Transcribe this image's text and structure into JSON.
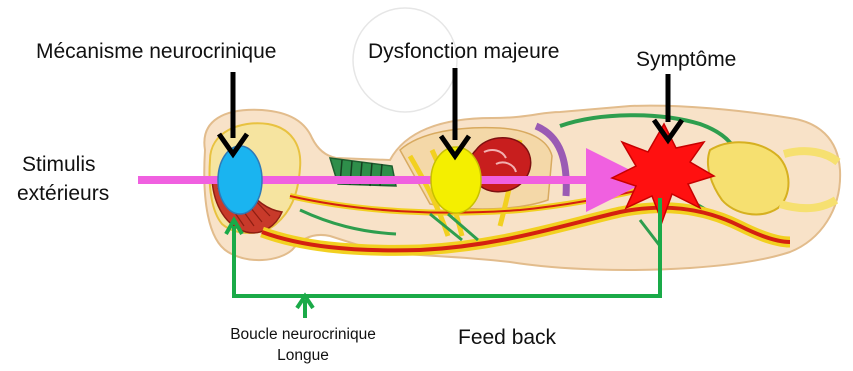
{
  "labels": {
    "mechanism": "Mécanisme neurocrinique",
    "dysfunction": "Dysfonction majeure",
    "symptom": "Symptôme",
    "stimuli_line1": "Stimulis",
    "stimuli_line2": "extérieurs",
    "loop_line1": "Boucle neurocrinique",
    "loop_line2": "Longue",
    "feedback": "Feed back"
  },
  "colors": {
    "stimulus_arrow": "#f060e0",
    "pointer_arrow": "#000000",
    "feedback_loop": "#1aaa48",
    "mechanism_node": "#1ab4f0",
    "dysfunction_node": "#f4ef00",
    "symptom_burst": "#ff1010",
    "body_fill": "#f8e2c8",
    "body_outline": "#e2bc8c",
    "nerve_red": "#d42010",
    "nerve_yellow": "#f2d020"
  }
}
